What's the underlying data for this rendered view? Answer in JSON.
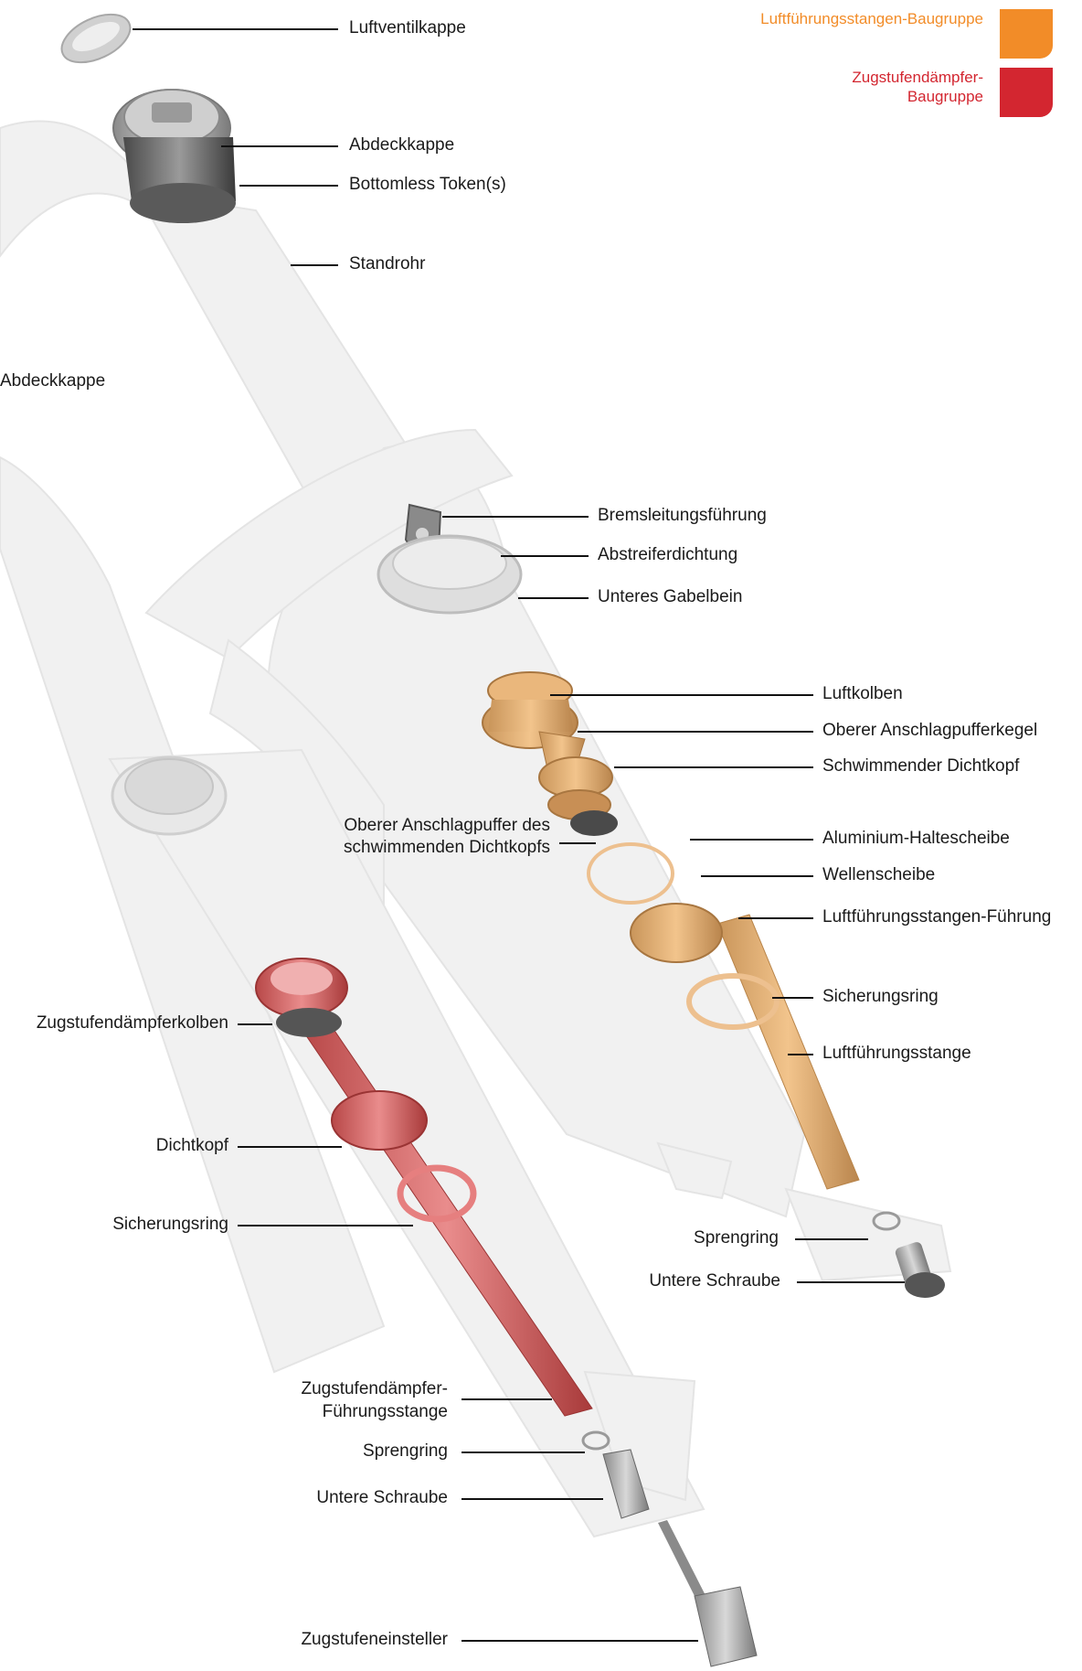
{
  "legend": [
    {
      "label": "Luftführungsstangen-Baugruppe",
      "color": "#f28c28"
    },
    {
      "label": "Zugstufendämpfer-Baugruppe",
      "color": "#d32630"
    }
  ],
  "labels": {
    "air_valve_cap": "Luftventilkappe",
    "top_cap_right": "Abdeckkappe",
    "bottomless_tokens": "Bottomless Token(s)",
    "upper_tube": "Standrohr",
    "top_cap_left": "Abdeckkappe",
    "brake_hose_guide": "Bremsleitungsführung",
    "wiper_seal": "Abstreiferdichtung",
    "lower_leg": "Unteres Gabelbein",
    "air_piston": "Luftkolben",
    "top_out_cone": "Oberer Anschlagpufferkegel",
    "floating_seal_head": "Schwimmender Dichtkopf",
    "floating_top_out_line1": "Oberer Anschlagpuffer des",
    "floating_top_out_line2": "schwimmenden Dichtkopfs",
    "aluminum_washer": "Aluminium-Haltescheibe",
    "wave_washer": "Wellenscheibe",
    "air_shaft_guide": "Luftführungsstangen-Führung",
    "retaining_ring_right": "Sicherungsring",
    "air_shaft": "Luftführungsstange",
    "crush_washer_right": "Sprengring",
    "bottom_bolt_right": "Untere Schraube",
    "rebound_piston": "Zugstufendämpferkolben",
    "seal_head": "Dichtkopf",
    "retaining_ring_left": "Sicherungsring",
    "rebound_shaft_line1": "Zugstufendämpfer-",
    "rebound_shaft_line2": "Führungsstange",
    "crush_washer_left": "Sprengring",
    "bottom_bolt_left": "Untere Schraube",
    "rebound_adjuster": "Zugstufeneinsteller"
  }
}
